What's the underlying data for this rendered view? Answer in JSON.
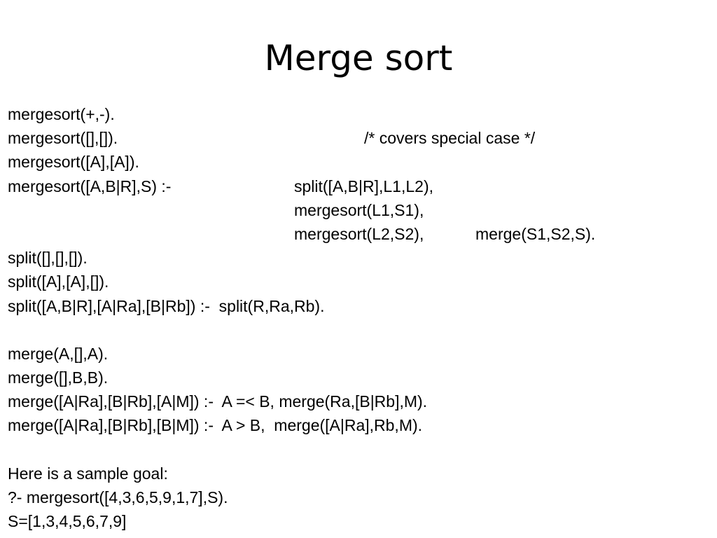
{
  "slide": {
    "title": "Merge sort",
    "mergesort_clauses": {
      "mode_decl": "mergesort(+,-).",
      "base_empty": "mergesort([],[]).",
      "base_empty_comment": "/* covers special case */",
      "base_single": "mergesort([A],[A]).",
      "rule_head": "mergesort([A,B|R],S) :-",
      "rule_goal_split": "split([A,B|R],L1,L2),",
      "rule_goal_sort1": "mergesort(L1,S1),",
      "rule_goal_sort2": "mergesort(L2,S2),",
      "rule_goal_merge": "merge(S1,S2,S)."
    },
    "split_clauses": [
      "split([],[],[]).",
      "split([A],[A],[]).",
      "split([A,B|R],[A|Ra],[B|Rb]) :-  split(R,Ra,Rb)."
    ],
    "merge_clauses": [
      "merge(A,[],A).",
      "merge([],B,B).",
      "merge([A|Ra],[B|Rb],[A|M]) :-  A =< B, merge(Ra,[B|Rb],M).",
      "merge([A|Ra],[B|Rb],[B|M]) :-  A > B,  merge([A|Ra],Rb,M)."
    ],
    "sample": {
      "intro": "Here is a sample goal:",
      "query": "?- mergesort([4,3,6,5,9,1,7],S).",
      "answer": "S=[1,3,4,5,6,7,9]"
    }
  }
}
